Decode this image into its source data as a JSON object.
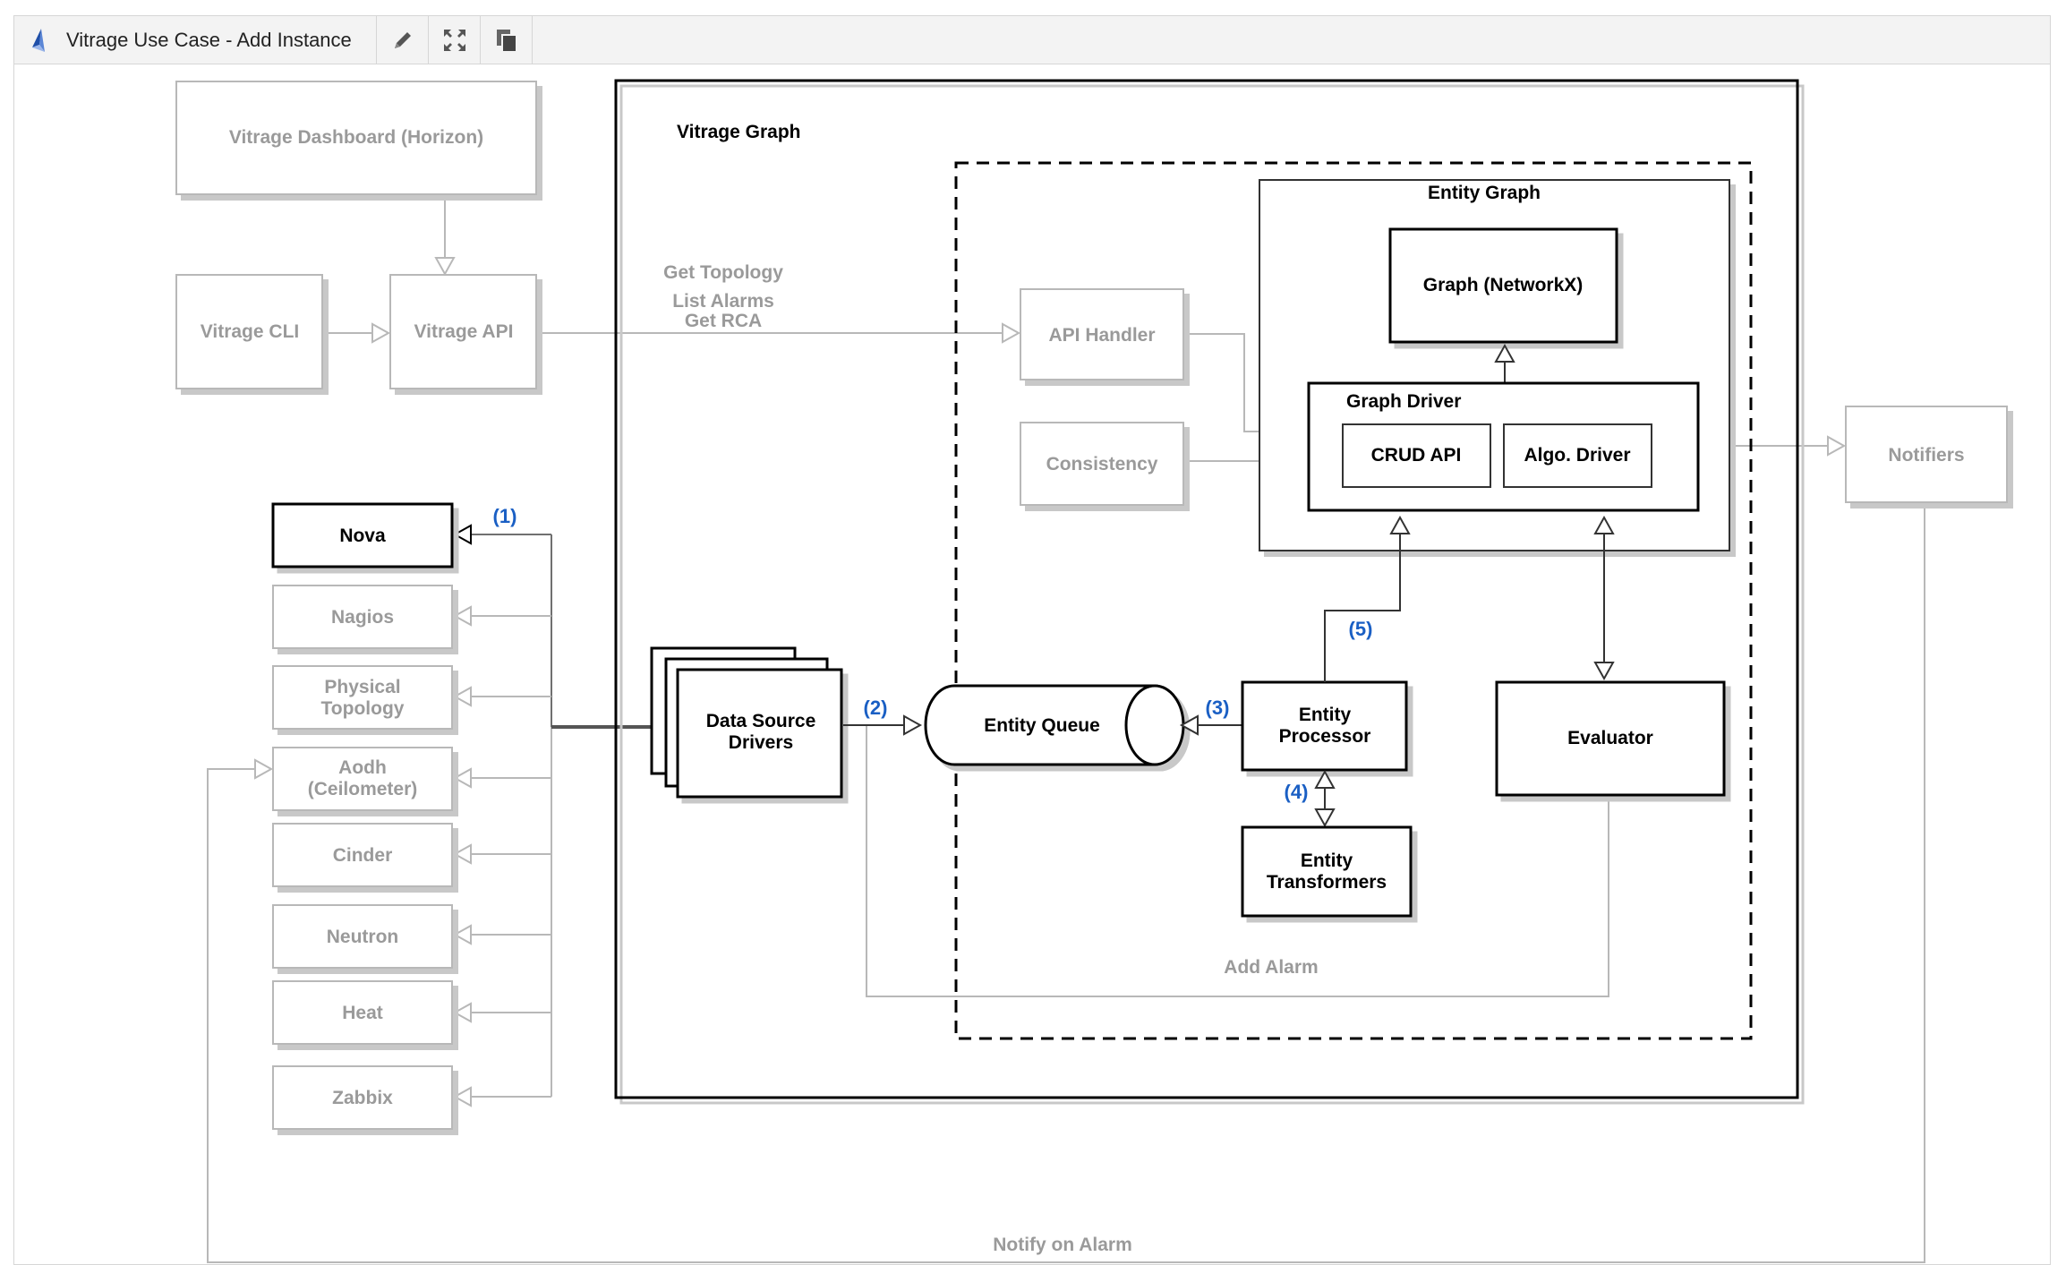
{
  "toolbar": {
    "title": "Vitrage Use Case - Add Instance",
    "edit_icon": "pencil-icon",
    "fullscreen_icon": "expand-icon",
    "copy_icon": "copy-icon",
    "app_icon": "diagram-logo-icon"
  },
  "colors": {
    "active": "#000000",
    "inactive": "#9a9a9a",
    "step_label": "#1a5fc4",
    "shadow": "#c8c8c8"
  },
  "diagram": {
    "dashboard": "Vitrage Dashboard (Horizon)",
    "cli": "Vitrage CLI",
    "api": "Vitrage API",
    "get_topology": "Get Topology",
    "list_alarms": "List Alarms",
    "get_rca": "Get RCA",
    "graph_title": "Vitrage Graph",
    "entity_graph": "Entity Graph",
    "networkx": "Graph (NetworkX)",
    "graph_driver": "Graph Driver",
    "crud_api": "CRUD API",
    "algo_driver": "Algo. Driver",
    "api_handler": "API Handler",
    "consistency": "Consistency",
    "notifiers": "Notifiers",
    "nova": "Nova",
    "nagios": "Nagios",
    "physical_topology_1": "Physical",
    "physical_topology_2": "Topology",
    "aodh_1": "Aodh",
    "aodh_2": "(Ceilometer)",
    "cinder": "Cinder",
    "neutron": "Neutron",
    "heat": "Heat",
    "zabbix": "Zabbix",
    "data_source_1": "Data Source",
    "data_source_2": "Drivers",
    "entity_queue": "Entity Queue",
    "entity_processor_1": "Entity",
    "entity_processor_2": "Processor",
    "entity_transformers_1": "Entity",
    "entity_transformers_2": "Transformers",
    "evaluator": "Evaluator",
    "add_alarm": "Add Alarm",
    "notify_on_alarm": "Notify on Alarm",
    "step1": "(1)",
    "step2": "(2)",
    "step3": "(3)",
    "step4": "(4)",
    "step5": "(5)"
  }
}
